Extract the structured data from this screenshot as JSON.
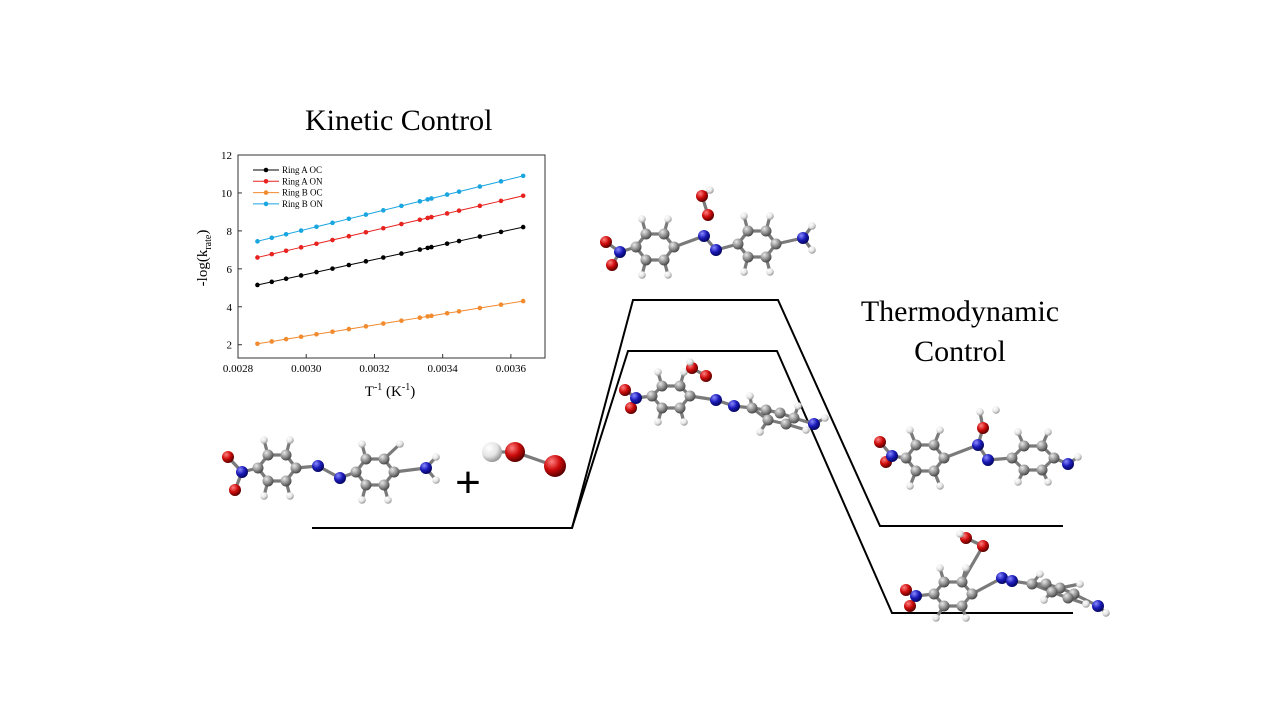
{
  "titles": {
    "kinetic": "Kinetic Control",
    "thermo_line1": "Thermodynamic",
    "thermo_line2": "Control"
  },
  "plus_sign": "+",
  "chart_data": {
    "type": "line",
    "title": "",
    "xlabel": "T-1 (K-1)",
    "ylabel": "-log(krate)",
    "xlim": [
      0.0028,
      0.0037
    ],
    "ylim": [
      1.3,
      12
    ],
    "xticks": [
      "0.0028",
      "0.0030",
      "0.0032",
      "0.0034",
      "0.0036"
    ],
    "yticks": [
      "2",
      "4",
      "6",
      "8",
      "10",
      "12"
    ],
    "legend_position": "top-left",
    "x": [
      0.002857,
      0.002899,
      0.002941,
      0.002985,
      0.00303,
      0.003077,
      0.003125,
      0.003175,
      0.003226,
      0.003279,
      0.003333,
      0.003356,
      0.003367,
      0.003413,
      0.003448,
      0.003509,
      0.003571,
      0.003636
    ],
    "series": [
      {
        "name": "Ring A OC",
        "color": "#000000",
        "start": 5.15,
        "end": 8.2
      },
      {
        "name": "Ring A ON",
        "color": "#e8231f",
        "start": 6.6,
        "end": 9.85
      },
      {
        "name": "Ring B OC",
        "color": "#f28a2e",
        "start": 2.05,
        "end": 4.3
      },
      {
        "name": "Ring B ON",
        "color": "#18a5e0",
        "start": 7.45,
        "end": 10.9
      }
    ]
  },
  "colors": {
    "carbon": "#8c8c8c",
    "nitrogen": "#1a1ab8",
    "oxygen": "#cc0a0a",
    "hydrogen": "#e4e4e4"
  }
}
